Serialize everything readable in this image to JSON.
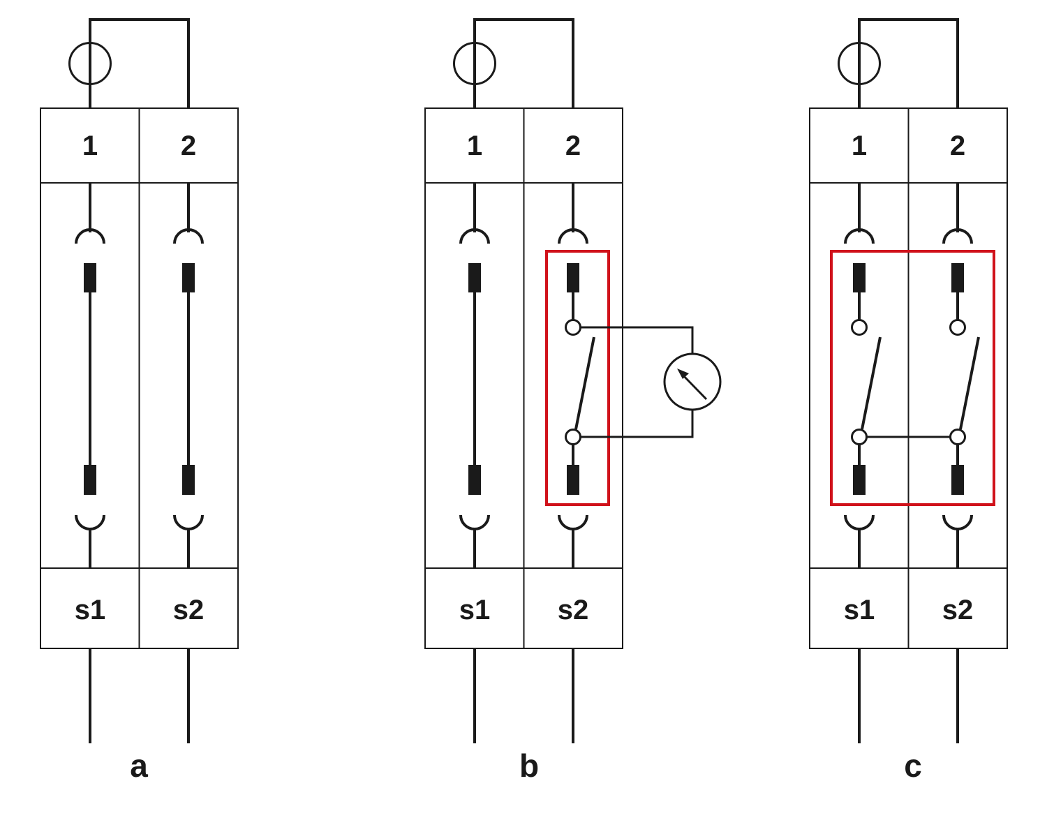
{
  "panels": [
    {
      "caption": "a",
      "top_labels": [
        "1",
        "2"
      ],
      "bottom_labels": [
        "s1",
        "s2"
      ],
      "state": "normal"
    },
    {
      "caption": "b",
      "top_labels": [
        "1",
        "2"
      ],
      "bottom_labels": [
        "s1",
        "s2"
      ],
      "state": "single-insert-test",
      "meter": "meter-dial-icon"
    },
    {
      "caption": "c",
      "top_labels": [
        "1",
        "2"
      ],
      "bottom_labels": [
        "s1",
        "s2"
      ],
      "state": "bridged-insert"
    }
  ],
  "colors": {
    "line": "#1a1a1a",
    "highlight": "#d0121b",
    "background": "#ffffff"
  },
  "icons": {
    "source": "source-circle-icon",
    "socket_top": "socket-cup-icon",
    "socket_bottom": "socket-cup-icon",
    "contact": "contact-block-icon",
    "test_point": "test-point-icon",
    "switch": "switch-blade-icon",
    "meter": "meter-dial-icon"
  }
}
